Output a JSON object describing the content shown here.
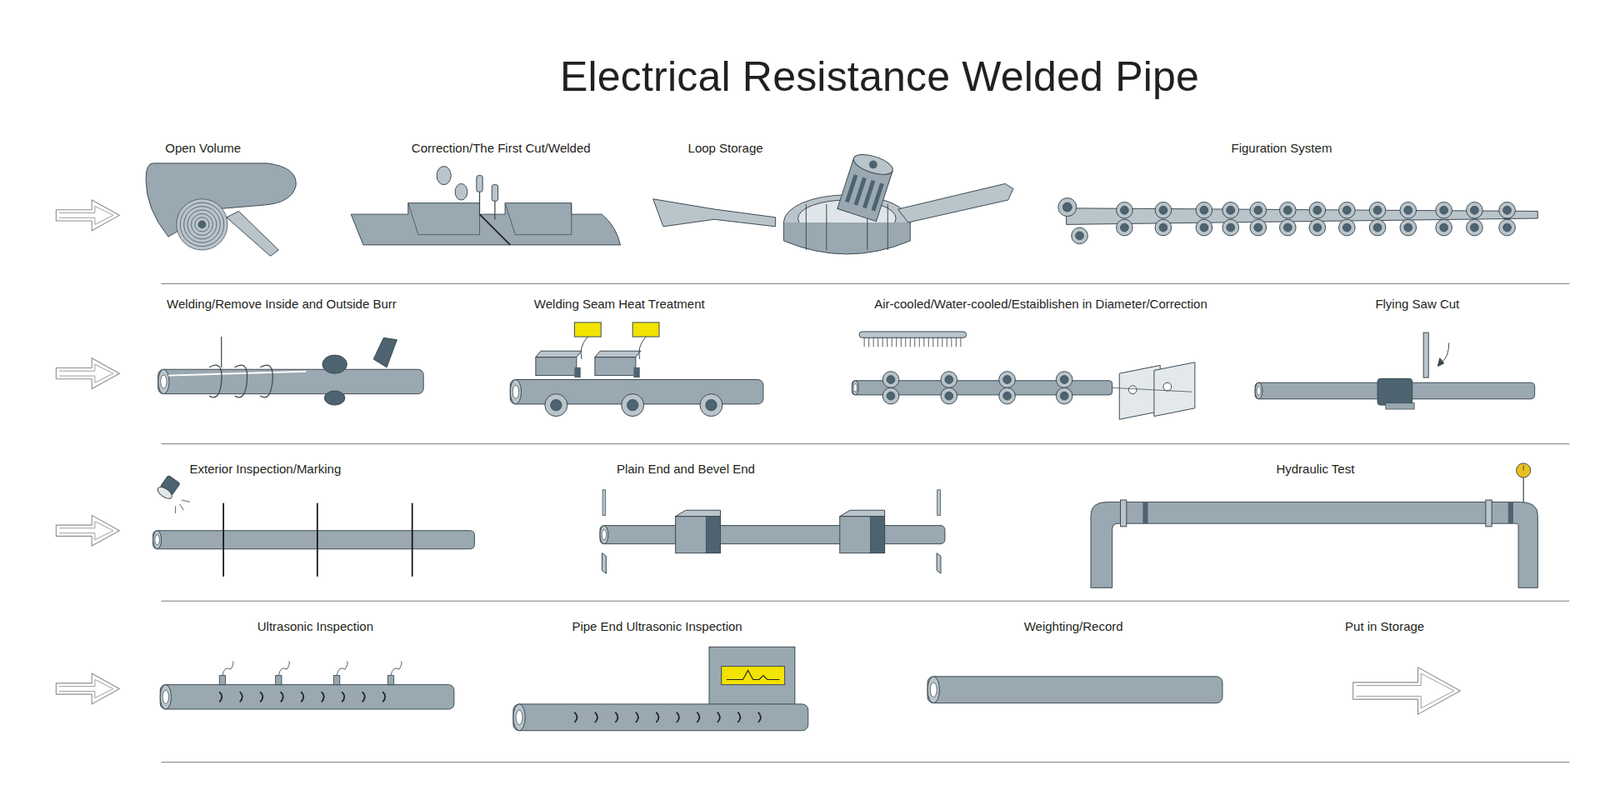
{
  "diagram": {
    "title": "Electrical Resistance Welded Pipe",
    "labels": [
      "Open Volume",
      "Correction/The First Cut/Welded",
      "Loop Storage",
      "Figuration System",
      "Welding/Remove Inside and Outside Burr",
      "Welding Seam Heat Treatment",
      "Air-cooled/Water-cooled/Estaiblishen in Diameter/Correction",
      "Flying Saw Cut",
      "Exterior Inspection/Marking",
      "Plain End and Bevel End",
      "Hydraulic Test",
      "Ultrasonic Inspection",
      "Pipe End Ultrasonic Inspection",
      "Weighting/Record",
      "Put in Storage"
    ]
  }
}
